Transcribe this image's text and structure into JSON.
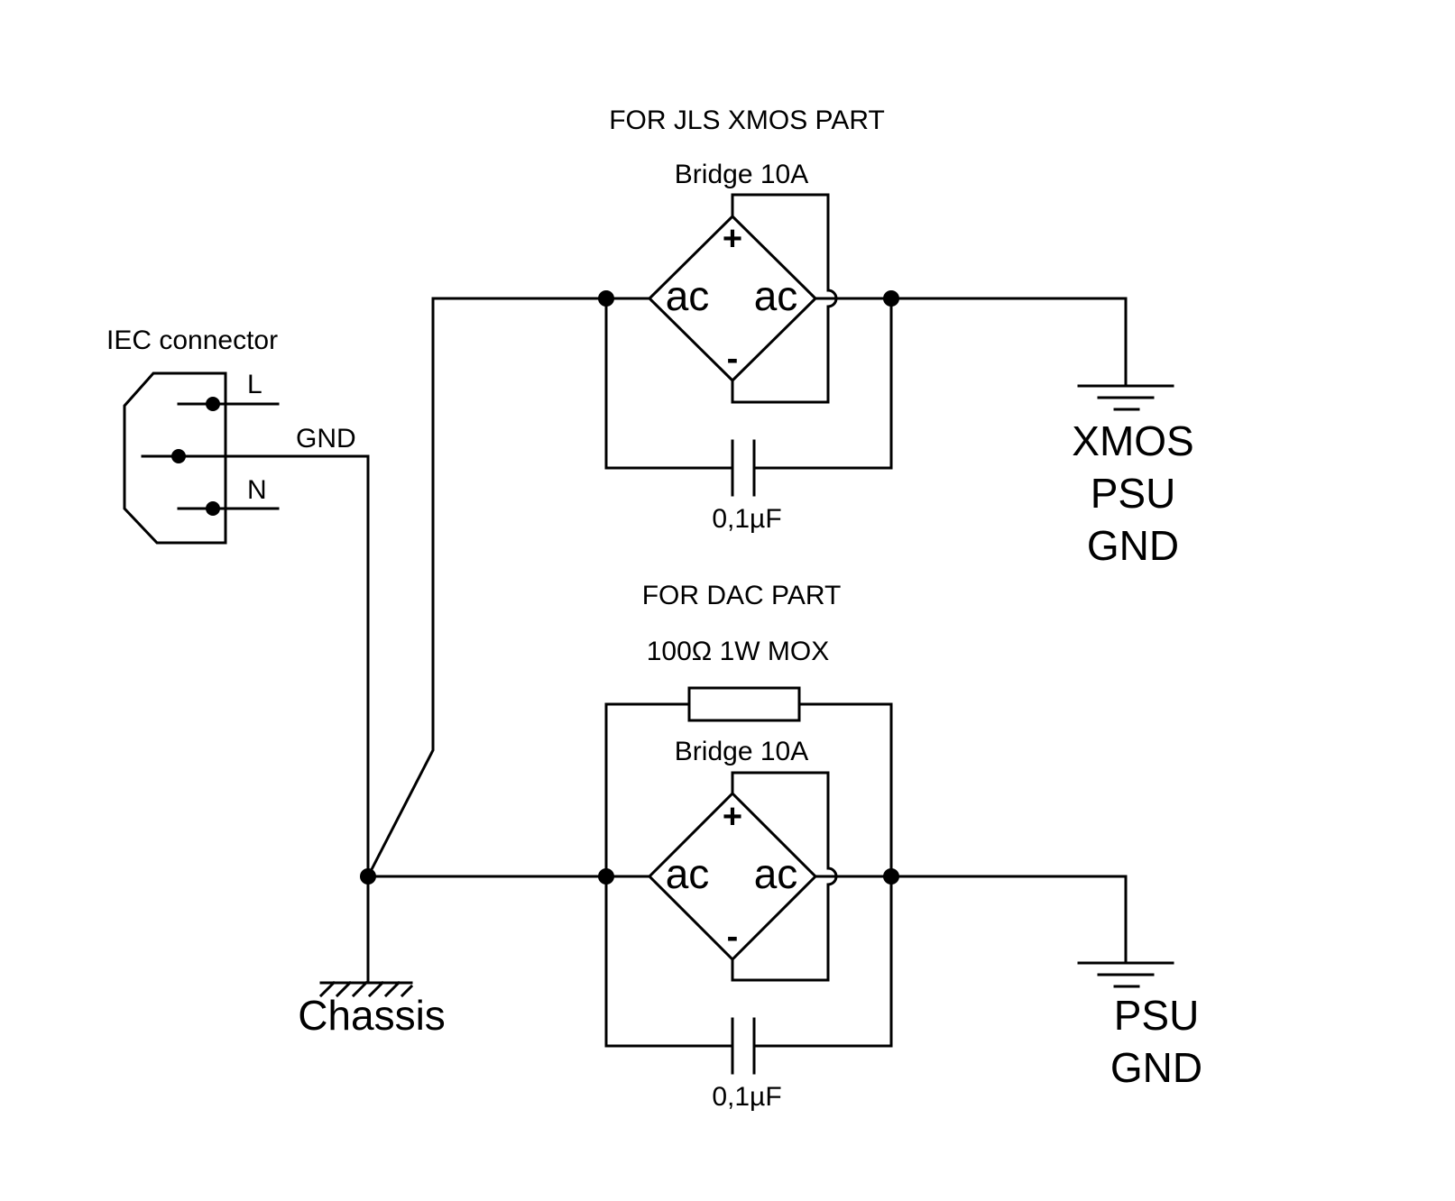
{
  "xmos_section": {
    "title": "FOR JLS XMOS PART",
    "bridge_label": "Bridge 10A",
    "bridge_plus": "+",
    "bridge_minus": "-",
    "bridge_ac_left": "ac",
    "bridge_ac_right": "ac",
    "cap_label": "0,1µF",
    "ground_label_line1": "XMOS",
    "ground_label_line2": "PSU",
    "ground_label_line3": "GND"
  },
  "dac_section": {
    "title": "FOR DAC PART",
    "resistor_label": "100Ω 1W MOX",
    "bridge_label": "Bridge 10A",
    "bridge_plus": "+",
    "bridge_minus": "-",
    "bridge_ac_left": "ac",
    "bridge_ac_right": "ac",
    "cap_label": "0,1µF",
    "ground_label_line1": "PSU",
    "ground_label_line2": "GND"
  },
  "iec": {
    "title": "IEC connector",
    "pin_l": "L",
    "pin_gnd": "GND",
    "pin_n": "N"
  },
  "chassis": {
    "label": "Chassis"
  }
}
